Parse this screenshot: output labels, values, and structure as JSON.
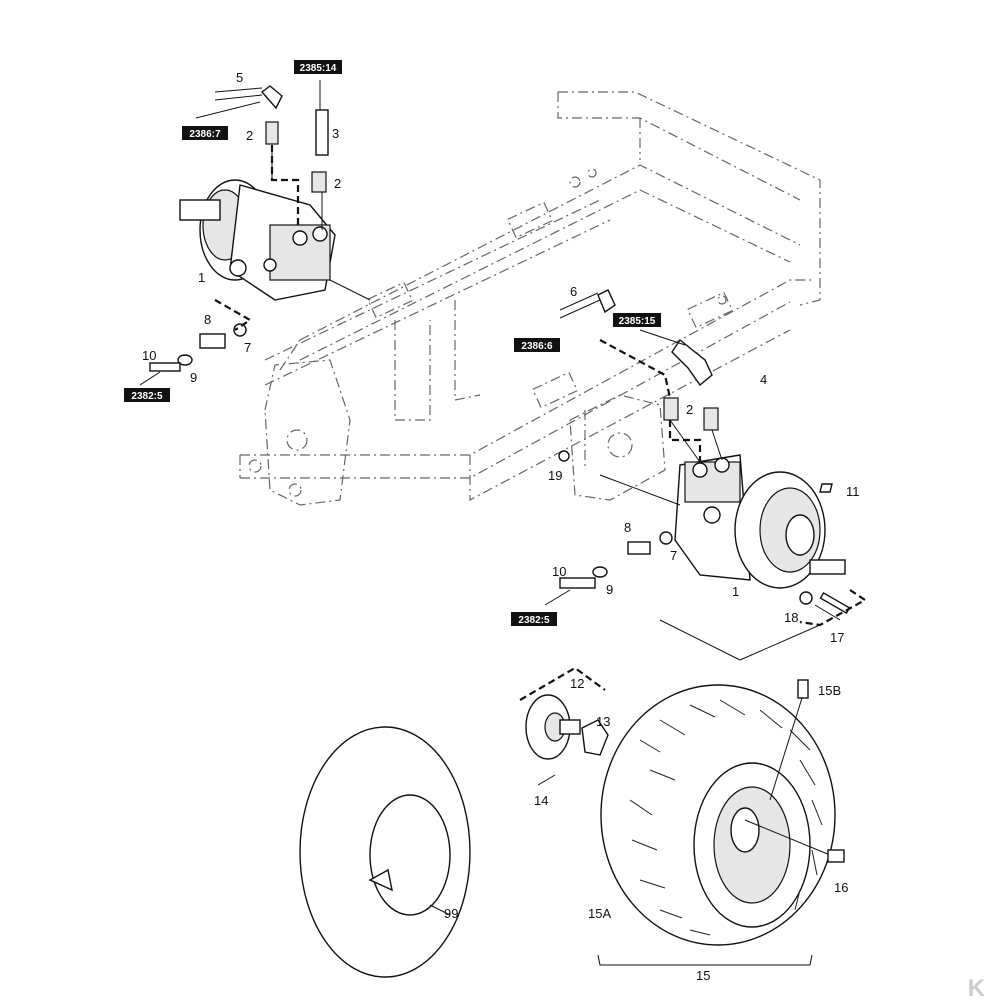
{
  "labels": {
    "l1a": "1",
    "l1b": "1",
    "l2a": "2",
    "l2b": "2",
    "l2c": "2",
    "l3": "3",
    "l4": "4",
    "l5": "5",
    "l6": "6",
    "l7a": "7",
    "l7b": "7",
    "l8a": "8",
    "l8b": "8",
    "l9a": "9",
    "l9b": "9",
    "l10a": "10",
    "l10b": "10",
    "l11": "11",
    "l12": "12",
    "l13": "13",
    "l14": "14",
    "l15": "15",
    "l15a": "15A",
    "l15b": "15B",
    "l16": "16",
    "l17": "17",
    "l18": "18",
    "l19": "19",
    "l99": "99"
  },
  "refs": {
    "r1": "2385:14",
    "r2": "2386:7",
    "r3": "2385:15",
    "r4": "2386:6",
    "r5": "2382:5",
    "r6": "2382:5"
  },
  "logo": "K",
  "colors": {
    "ink": "#111111",
    "frame": "#666666",
    "logo": "#cccccc"
  }
}
